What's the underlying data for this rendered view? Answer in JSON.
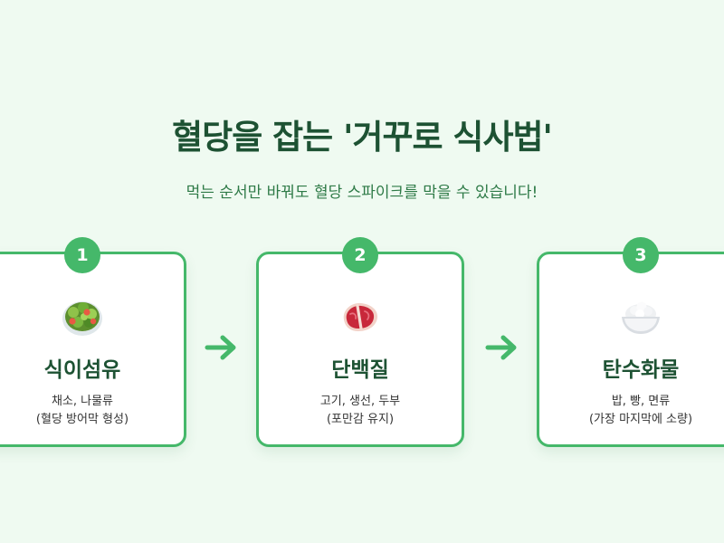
{
  "header": {
    "title": "혈당을 잡는 '거꾸로 식사법'",
    "subtitle": "먹는 순서만 바꿔도 혈당 스파이크를 막을 수 있습니다!"
  },
  "steps": [
    {
      "number": "1",
      "icon": "salad-icon",
      "title": "식이섬유",
      "desc_line1": "채소, 나물류",
      "desc_line2": "(혈당 방어막 형성)"
    },
    {
      "number": "2",
      "icon": "steak-icon",
      "title": "단백질",
      "desc_line1": "고기, 생선, 두부",
      "desc_line2": "(포만감 유지)"
    },
    {
      "number": "3",
      "icon": "rice-bowl-icon",
      "title": "탄수화물",
      "desc_line1": "밥, 빵, 면류",
      "desc_line2": "(가장 마지막에 소량)"
    }
  ],
  "colors": {
    "background": "#effaf1",
    "accent": "#45b86a",
    "title": "#1d5233",
    "subtitle": "#2e7a47"
  }
}
